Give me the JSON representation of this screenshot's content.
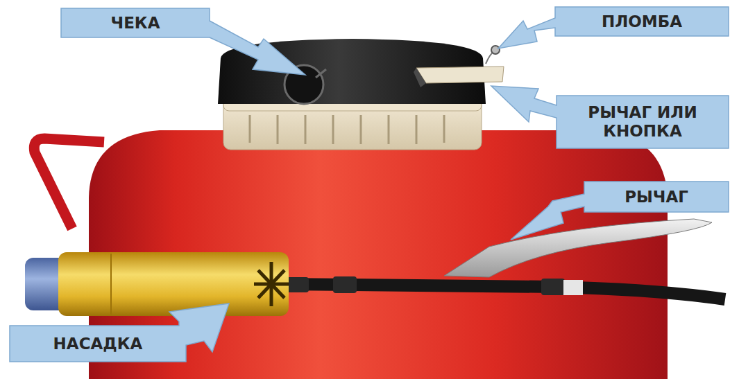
{
  "diagram": {
    "nodes": [
      {
        "text": [
          "ЧЕКА"
        ]
      },
      {
        "text": [
          "ПЛОМБА"
        ]
      },
      {
        "text": [
          "РЫЧАГ ИЛИ КНОПКА"
        ]
      },
      {
        "text": [
          "РЫЧАГ"
        ]
      },
      {
        "text": [
          "НАСАДКА"
        ]
      }
    ],
    "edges": []
  }
}
